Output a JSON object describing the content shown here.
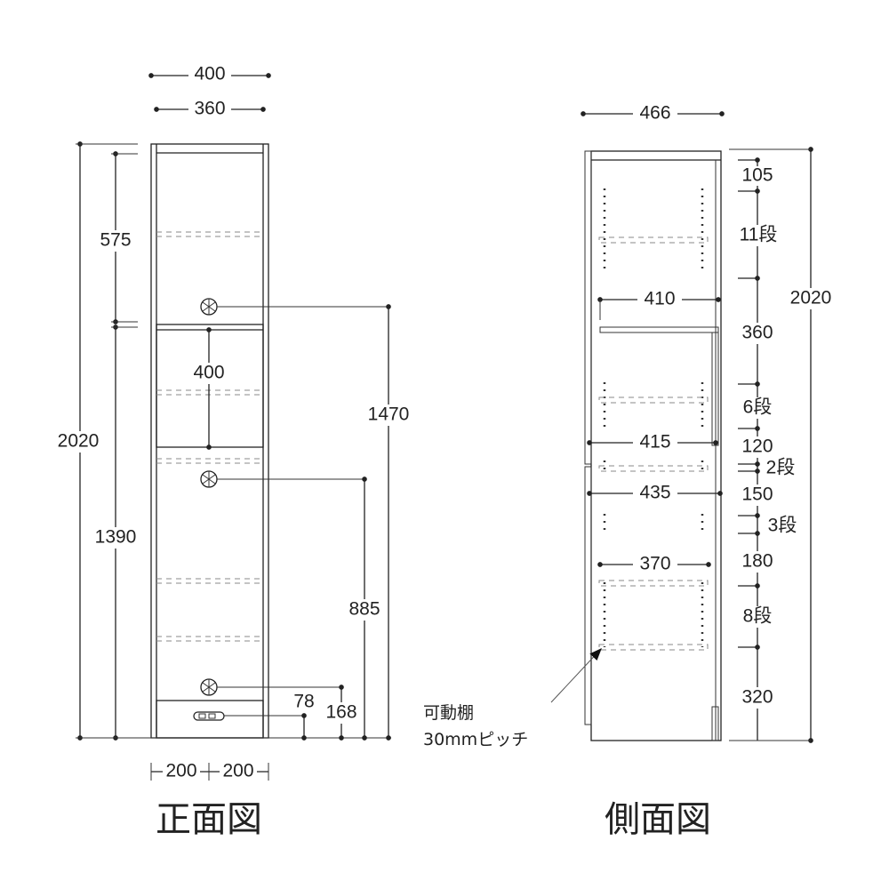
{
  "front_view": {
    "title": "正面図",
    "width_outer": "400",
    "width_inner": "360",
    "height_total": "2020",
    "upper_section": "575",
    "lower_section": "1390",
    "niche_height": "400",
    "grommet_upper_height": "1470",
    "grommet_middle_height": "885",
    "grommet_lower_height": "168",
    "outlet_height": "78",
    "half_width_left": "200",
    "half_width_right": "200"
  },
  "side_view": {
    "title": "側面図",
    "depth_total": "466",
    "height_total": "2020",
    "top_offset": "105",
    "upper_shelf_steps": "11段",
    "upper_depth": "410",
    "section_360": "360",
    "middle_shelf_steps": "6段",
    "middle_depth": "415",
    "section_120": "120",
    "steps_2": "2段",
    "counter_depth": "435",
    "section_150": "150",
    "steps_3": "3段",
    "section_180": "180",
    "lower_depth": "370",
    "lower_shelf_steps": "8段",
    "base_height": "320",
    "note_line1": "可動棚",
    "note_line2": "30mmピッチ"
  }
}
